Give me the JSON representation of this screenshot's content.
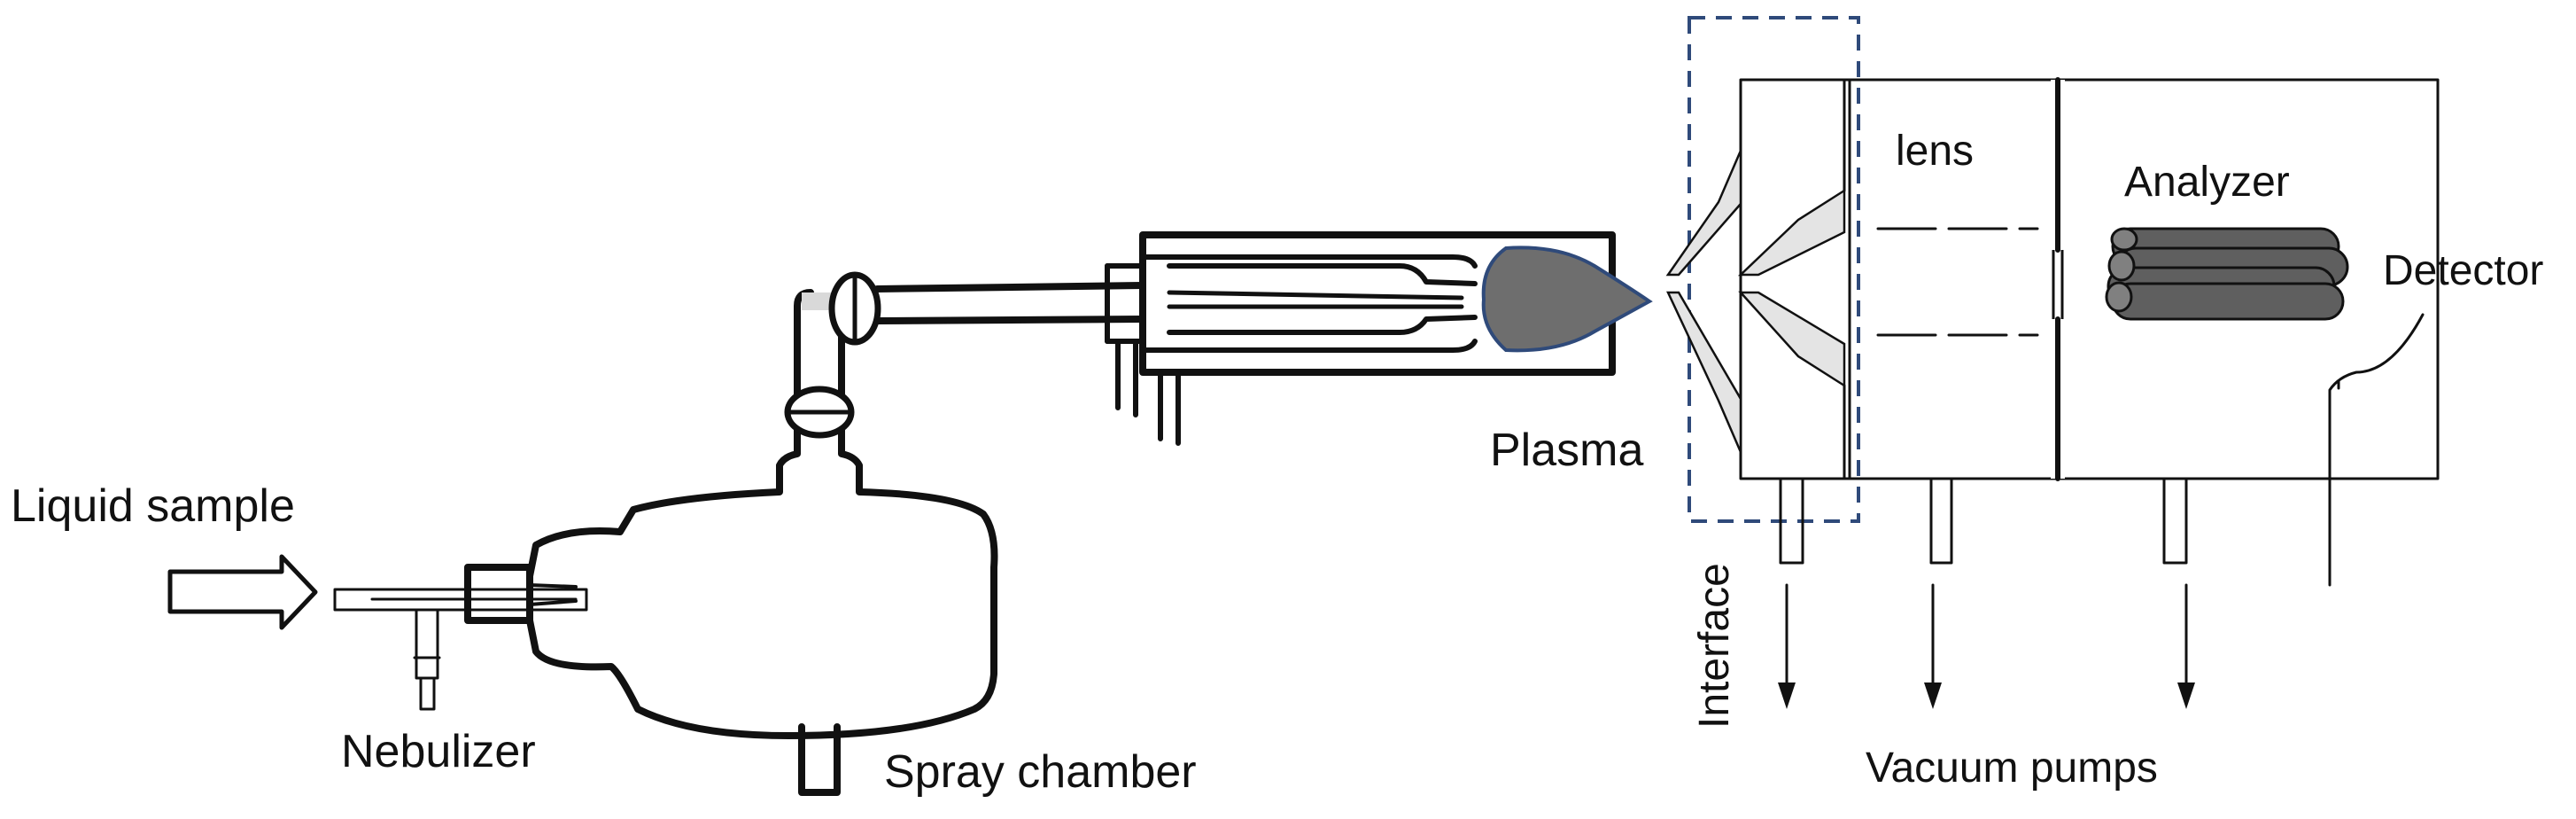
{
  "labels": {
    "liquid_sample": "Liquid sample",
    "nebulizer": "Nebulizer",
    "spray_chamber": "Spray chamber",
    "plasma": "Plasma",
    "interface": "Interface",
    "lens": "lens",
    "analyzer": "Analyzer",
    "detector": "Detector",
    "vacuum_pumps": "Vacuum pumps"
  },
  "colors": {
    "line": "#111111",
    "plasma_fill": "#6e6e6e",
    "plasma_edge": "#2f4a7a",
    "cone_fill": "#e4e4e4",
    "rod_fill": "#5f5f5f",
    "interface_box": "#2f4a7a"
  }
}
